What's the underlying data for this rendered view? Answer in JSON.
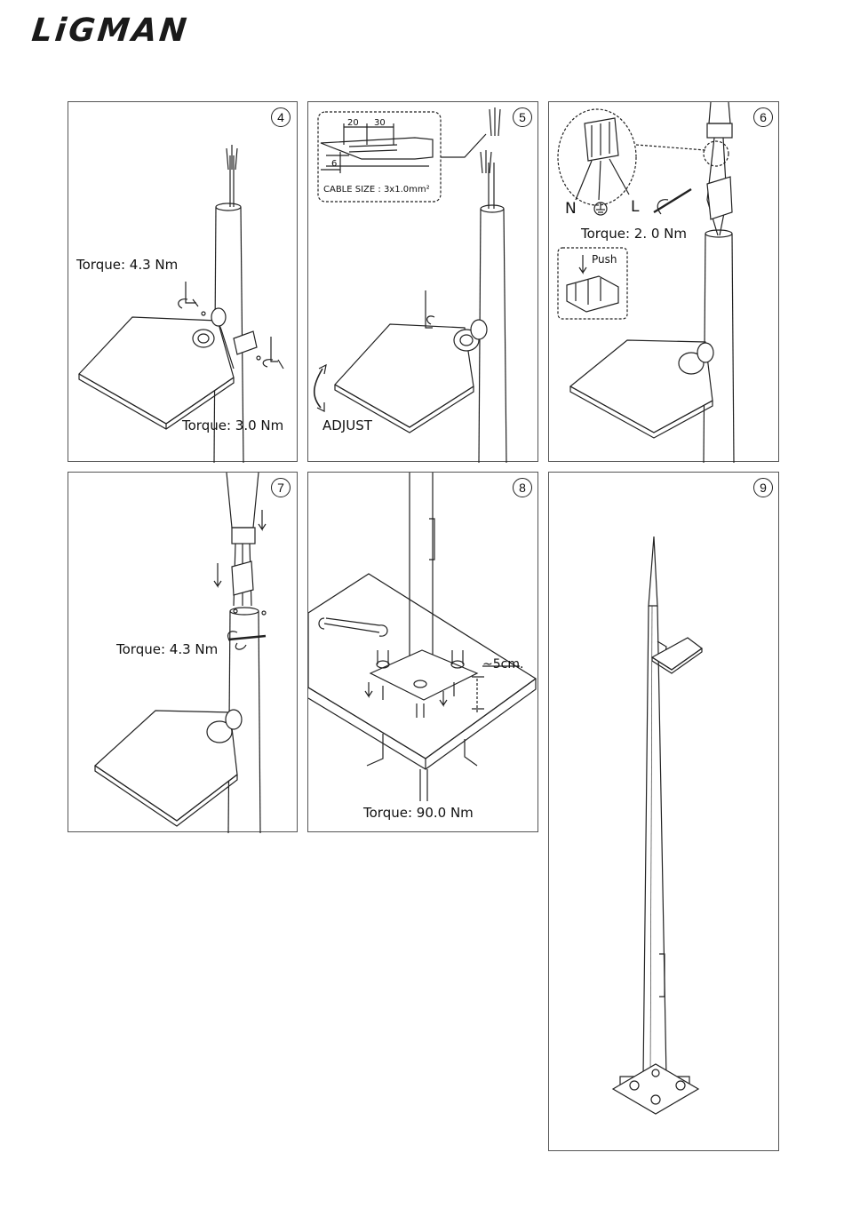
{
  "header": {
    "logo_text": "LiGMAN"
  },
  "steps": [
    {
      "number": "4",
      "labels": {
        "torque_top": "Torque: 4.3 Nm",
        "torque_bottom": "Torque: 3.0 Nm"
      }
    },
    {
      "number": "5",
      "labels": {
        "dim_a": "20",
        "dim_b": "30",
        "dim_c": "6",
        "cable_size": "CABLE SIZE : 3x1.0mm²",
        "adjust": "ADJUST"
      }
    },
    {
      "number": "6",
      "labels": {
        "neutral": "N",
        "live": "L",
        "torque": "Torque: 2. 0 Nm",
        "push": "Push"
      }
    },
    {
      "number": "7",
      "labels": {
        "torque": "Torque: 4.3 Nm"
      }
    },
    {
      "number": "8",
      "labels": {
        "gap": "~5cm.",
        "torque": "Torque: 90.0 Nm"
      }
    },
    {
      "number": "9",
      "labels": {}
    }
  ]
}
